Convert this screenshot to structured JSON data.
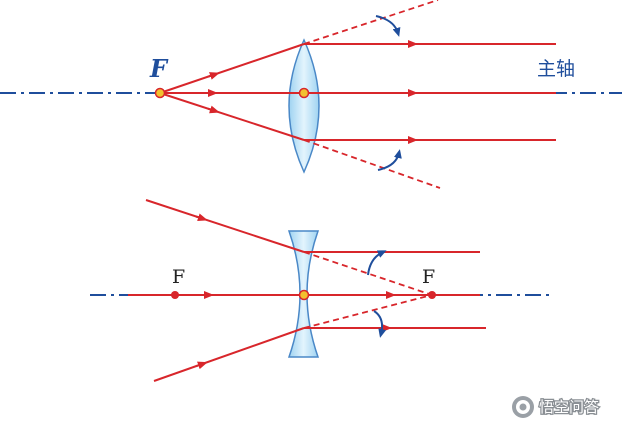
{
  "colors": {
    "ray": "#d8262b",
    "axis": "#1f4e9c",
    "lens_fill": "#bfe3f7",
    "lens_edge": "#4a88c7",
    "point": "#f2c12e",
    "arrow_curve": "#1f4e9c"
  },
  "top_diagram": {
    "focus_label": "F",
    "axis_label": "主轴"
  },
  "bottom_diagram": {
    "focus_left_label": "F",
    "focus_right_label": "F"
  },
  "watermark": {
    "icon": "chat-bubble-icon",
    "text": "悟空问答"
  }
}
